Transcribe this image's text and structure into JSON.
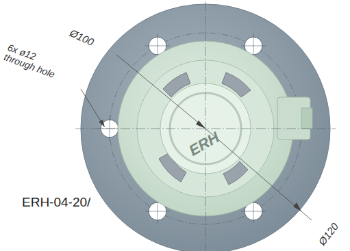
{
  "diagram": {
    "labels": [
      "Ø100",
      "6x ø12 through hole",
      "Ø120",
      "ERH-04-20/",
      "ERH"
    ]
  }
}
